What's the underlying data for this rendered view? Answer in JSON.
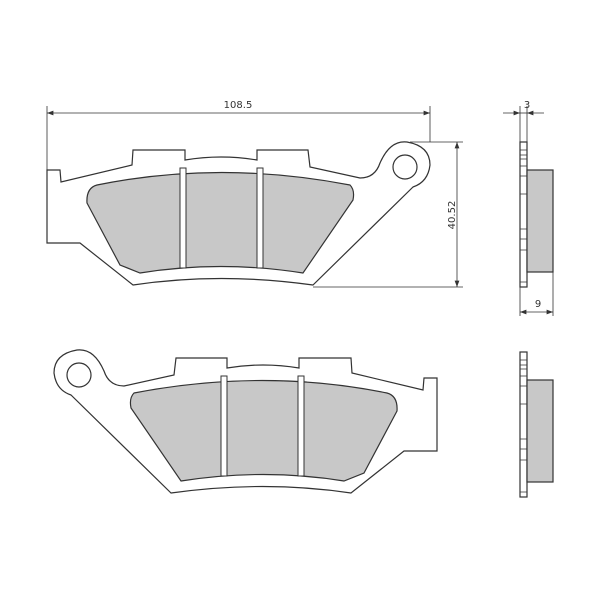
{
  "dimensions": {
    "width": "108.5",
    "height": "40.52",
    "backplate_thickness": "3",
    "total_thickness": "9"
  },
  "colors": {
    "friction_material": "#c8c8c8",
    "outline": "#333333",
    "background": "#ffffff"
  }
}
